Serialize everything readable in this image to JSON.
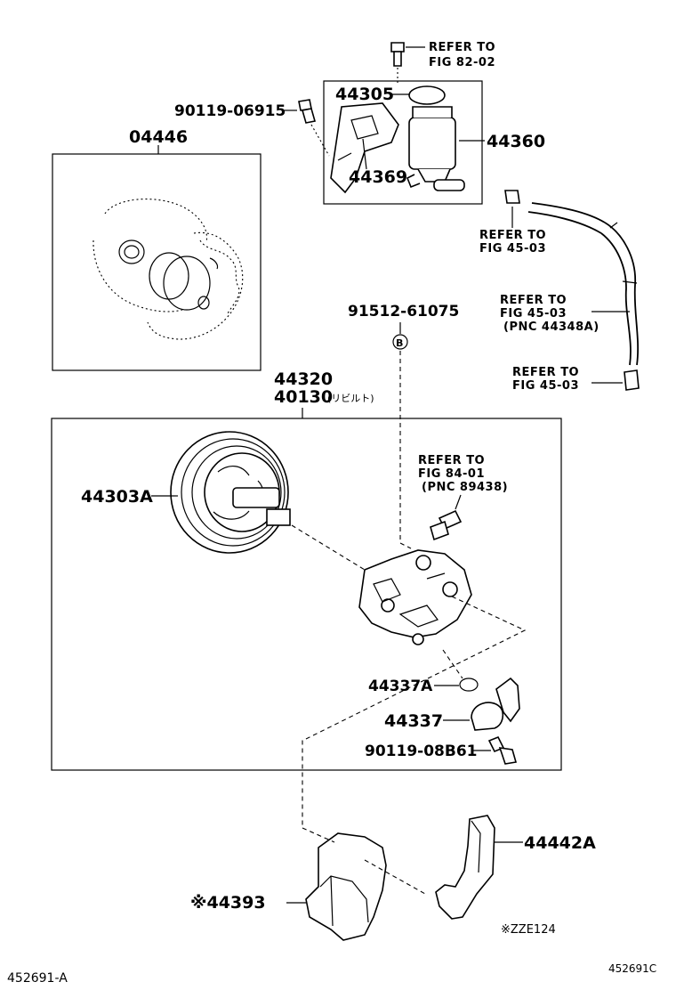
{
  "labels": {
    "p04446": "04446",
    "p44305": "44305",
    "p44360": "44360",
    "p44369": "44369",
    "p9011906915": "90119-06915",
    "p9151261075": "91512-61075",
    "pB": "B",
    "p44320": "44320",
    "p40130": "40130",
    "p40130_note": "(リビルト)",
    "p44303A": "44303A",
    "p44337A": "44337A",
    "p44337": "44337",
    "p9011908B61": "90119-08B61",
    "p44442A": "44442A",
    "p44393": "※44393"
  },
  "refs": {
    "r1_l1": "REFER TO",
    "r1_l2": "FIG 82-02",
    "r2_l1": "REFER TO",
    "r2_l2": "FIG 45-03",
    "r3_l1": "REFER TO",
    "r3_l2": "FIG 45-03",
    "r3_l3": "(PNC 44348A)",
    "r4_l1": "REFER TO",
    "r4_l2": "FIG 45-03",
    "r5_l1": "REFER TO",
    "r5_l2": "FIG 84-01",
    "r5_l3": "(PNC 89438)"
  },
  "footer": {
    "note": "※ZZE124",
    "code_left": "452691-A",
    "code_right": "452691C"
  }
}
